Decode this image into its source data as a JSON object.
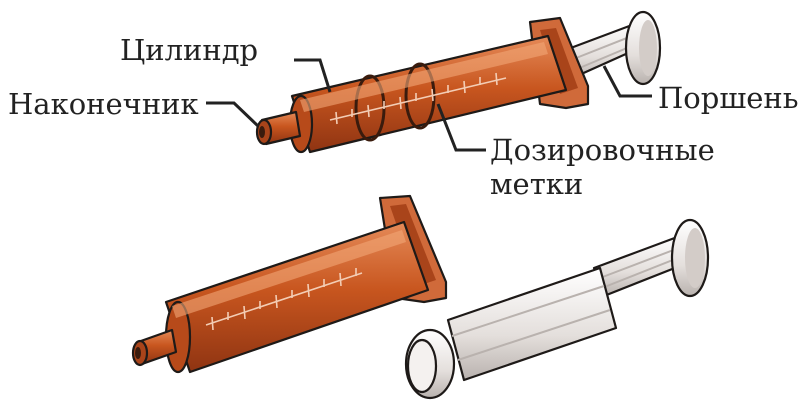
{
  "labels": {
    "cylinder": "Цилиндр",
    "tip": "Наконечник",
    "plunger": "Поршень",
    "dosing_marks_line1": "Дозировочные",
    "dosing_marks_line2": "метки"
  },
  "colors": {
    "barrel": "#c8561f",
    "barrel_dark": "#8f3412",
    "barrel_light": "#e58a58",
    "flange": "#d06a3a",
    "plunger_body": "#ece8e6",
    "plunger_shadow": "#b9b2ae",
    "outline": "#1e1a18",
    "text": "#222222"
  }
}
